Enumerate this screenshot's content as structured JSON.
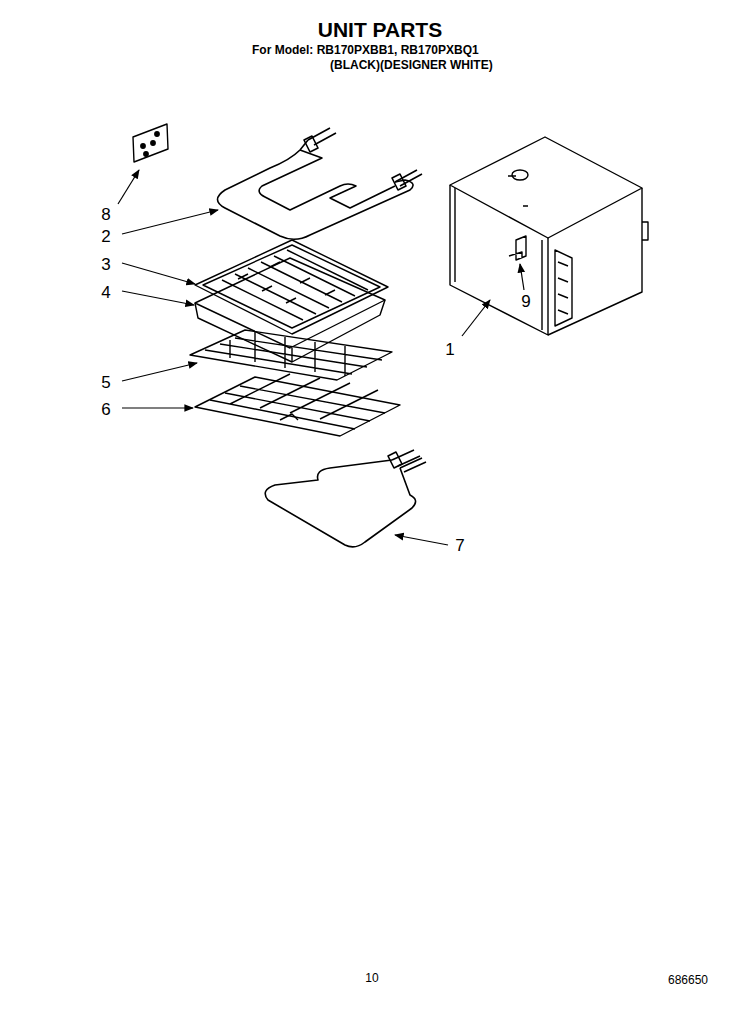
{
  "diagram": {
    "title": "UNIT PARTS",
    "labels": [
      "For Model: RB170PXBB1, RB170PXBQ1",
      "(BLACK)(DESIGNER WHITE)",
      "8",
      "2",
      "3",
      "4",
      "5",
      "6",
      "7",
      "1",
      "9",
      "10",
      "686650"
    ]
  }
}
